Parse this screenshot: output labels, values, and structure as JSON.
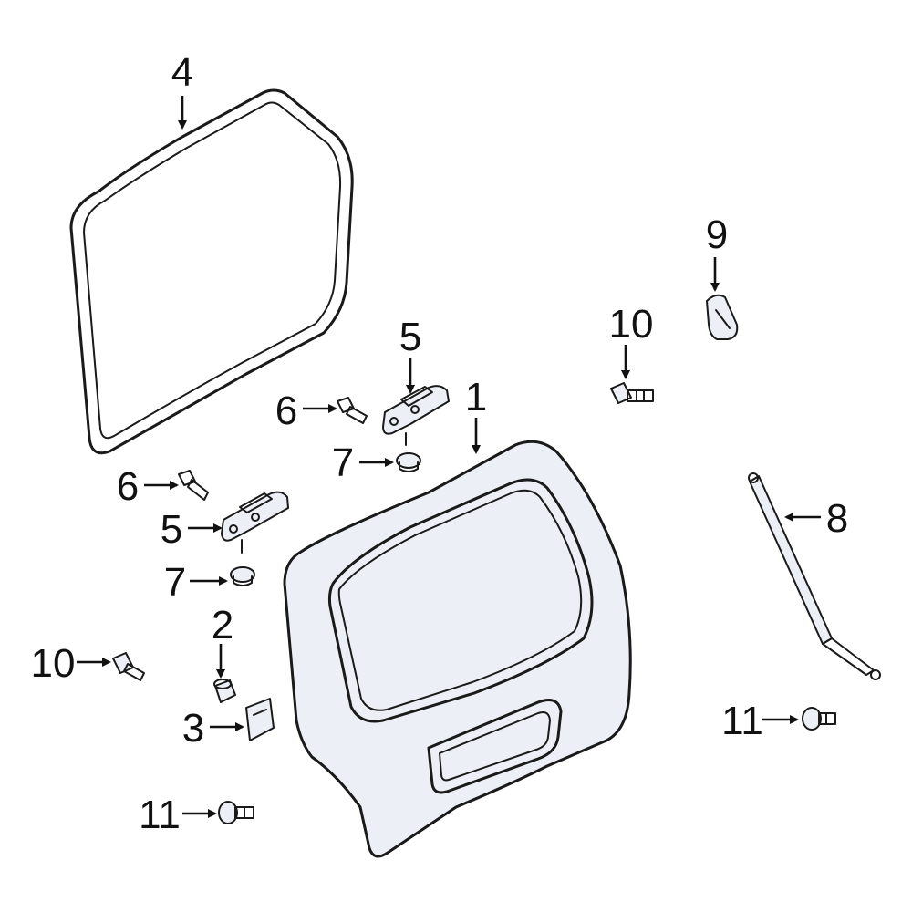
{
  "callouts": {
    "c1": "1",
    "c2": "2",
    "c3": "3",
    "c4": "4",
    "c5_upper": "5",
    "c5_lower": "5",
    "c6_upper": "6",
    "c6_lower": "6",
    "c7_upper": "7",
    "c7_lower": "7",
    "c8": "8",
    "c9": "9",
    "c10_upper": "10",
    "c10_lower": "10",
    "c11_upper": "11",
    "c11_lower": "11"
  },
  "colors": {
    "line": "#1a1a1a",
    "part_fill": "#eceff6",
    "highlight_bolt": "#3b57b5"
  },
  "highlighted_parts": [
    "6"
  ]
}
